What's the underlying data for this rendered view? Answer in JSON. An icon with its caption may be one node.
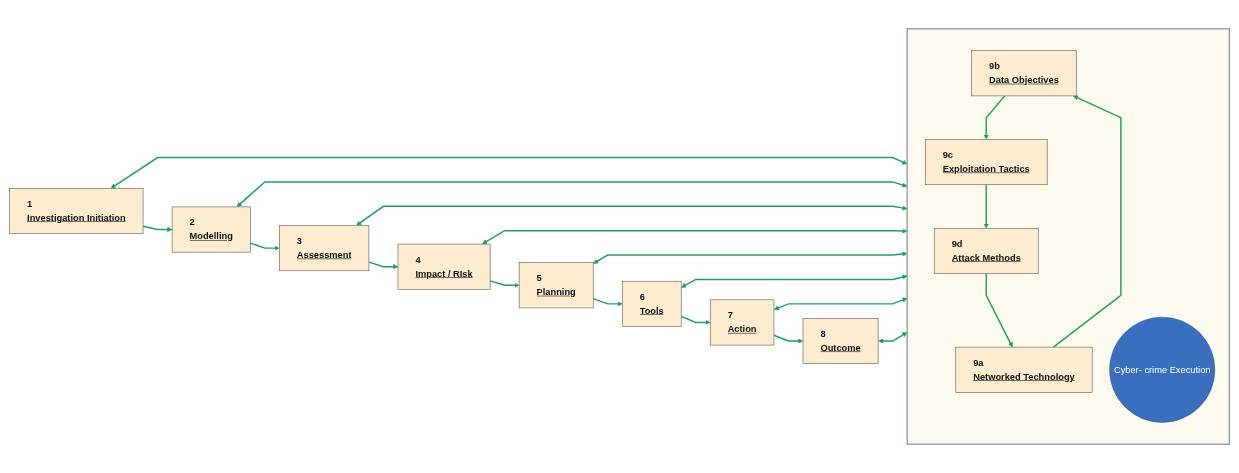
{
  "diagram": {
    "nodes": [
      {
        "text": [
          "1",
          "Investigation Initiation"
        ]
      },
      {
        "text": [
          "2",
          "Modelling"
        ]
      },
      {
        "text": [
          "3",
          "Assessment"
        ]
      },
      {
        "text": [
          "4",
          "Impact / RIsk"
        ]
      },
      {
        "text": [
          "5",
          "Planning"
        ]
      },
      {
        "text": [
          "6",
          "Tools"
        ]
      },
      {
        "text": [
          "7",
          "Action"
        ]
      },
      {
        "text": [
          "8",
          "Outcome"
        ]
      },
      {
        "text": [],
        "shape": "box"
      },
      {
        "text": [
          "9b",
          "Data Objectives"
        ],
        "in": 8
      },
      {
        "text": [
          "9a",
          "Networked Technology"
        ],
        "in": 8
      },
      {
        "text": [
          "Cyber- crime Execution"
        ],
        "in": 8
      },
      {
        "text": [
          "9c",
          "Exploitation Tactics"
        ],
        "in": 8
      },
      {
        "text": [
          "9d",
          "Attack Methods"
        ],
        "in": 8
      }
    ],
    "edges": [
      {
        "from": 0,
        "to": 1,
        "arrow": "to"
      },
      {
        "from": 1,
        "to": 2,
        "arrow": "to"
      },
      {
        "from": 2,
        "to": 3,
        "arrow": "to"
      },
      {
        "from": 3,
        "to": 4,
        "arrow": "to"
      },
      {
        "from": 4,
        "to": 5,
        "arrow": "to"
      },
      {
        "from": 5,
        "to": 6,
        "arrow": "to"
      },
      {
        "from": 6,
        "to": 7,
        "arrow": "to"
      },
      {
        "from": 8,
        "to": 0,
        "arrow": "both"
      },
      {
        "from": 8,
        "to": 1,
        "arrow": "both"
      },
      {
        "from": 8,
        "to": 2,
        "arrow": "both"
      },
      {
        "from": 8,
        "to": 3,
        "arrow": "both"
      },
      {
        "from": 8,
        "to": 4,
        "arrow": "both"
      },
      {
        "from": 8,
        "to": 5,
        "arrow": "both"
      },
      {
        "from": 8,
        "to": 6,
        "arrow": "both"
      },
      {
        "from": 8,
        "to": 7,
        "arrow": "both"
      },
      {
        "from": 10,
        "to": 9,
        "arrow": "to"
      },
      {
        "from": 9,
        "to": 12,
        "arrow": "to"
      },
      {
        "from": 12,
        "to": 13,
        "arrow": "to"
      },
      {
        "from": 13,
        "to": 10,
        "arrow": "to"
      }
    ]
  }
}
